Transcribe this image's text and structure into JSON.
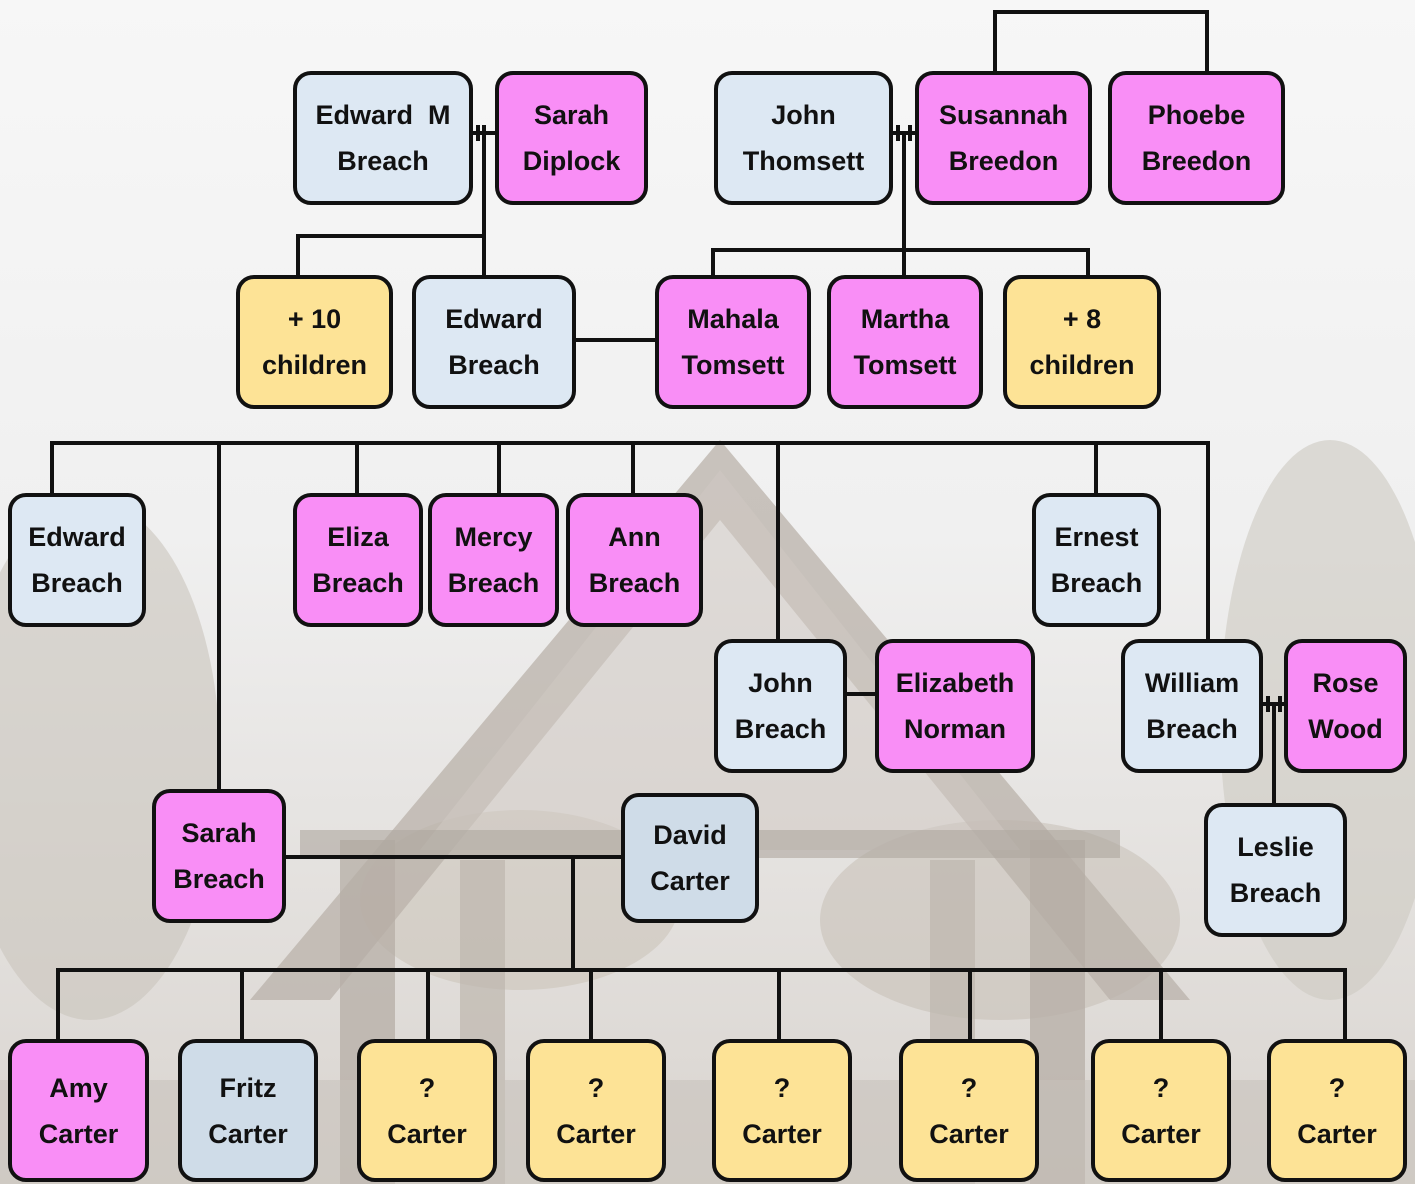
{
  "colors": {
    "male": "#dde8f3",
    "female": "#f98ef6",
    "unknown": "#fde396",
    "line": "#111111"
  },
  "people": {
    "edward_m_breach": {
      "line1": "Edward  M",
      "line2": "Breach"
    },
    "sarah_diplock": {
      "line1": "Sarah",
      "line2": "Diplock"
    },
    "john_thomsett": {
      "line1": "John",
      "line2": "Thomsett"
    },
    "susannah_breedon": {
      "line1": "Susannah",
      "line2": "Breedon"
    },
    "phoebe_breedon": {
      "line1": "Phoebe",
      "line2": "Breedon"
    },
    "ten_children": {
      "line1": "+ 10",
      "line2": "children"
    },
    "edward_breach_father": {
      "line1": "Edward",
      "line2": "Breach"
    },
    "mahala_tomsett": {
      "line1": "Mahala",
      "line2": "Tomsett"
    },
    "martha_tomsett": {
      "line1": "Martha",
      "line2": "Tomsett"
    },
    "eight_children": {
      "line1": "+ 8",
      "line2": "children"
    },
    "edward_breach_son": {
      "line1": "Edward",
      "line2": "Breach"
    },
    "eliza_breach": {
      "line1": "Eliza",
      "line2": "Breach"
    },
    "mercy_breach": {
      "line1": "Mercy",
      "line2": "Breach"
    },
    "ann_breach": {
      "line1": "Ann",
      "line2": "Breach"
    },
    "ernest_breach": {
      "line1": "Ernest",
      "line2": "Breach"
    },
    "john_breach": {
      "line1": "John",
      "line2": "Breach"
    },
    "elizabeth_norman": {
      "line1": "Elizabeth",
      "line2": "Norman"
    },
    "william_breach": {
      "line1": "William",
      "line2": "Breach"
    },
    "rose_wood": {
      "line1": "Rose",
      "line2": "Wood"
    },
    "sarah_breach": {
      "line1": "Sarah",
      "line2": "Breach"
    },
    "david_carter": {
      "line1": "David",
      "line2": "Carter"
    },
    "leslie_breach": {
      "line1": "Leslie",
      "line2": "Breach"
    },
    "amy_carter": {
      "line1": "Amy",
      "line2": "Carter"
    },
    "fritz_carter": {
      "line1": "Fritz",
      "line2": "Carter"
    },
    "carter_1": {
      "line1": "?",
      "line2": "Carter"
    },
    "carter_2": {
      "line1": "?",
      "line2": "Carter"
    },
    "carter_3": {
      "line1": "?",
      "line2": "Carter"
    },
    "carter_4": {
      "line1": "?",
      "line2": "Carter"
    },
    "carter_5": {
      "line1": "?",
      "line2": "Carter"
    },
    "carter_6": {
      "line1": "?",
      "line2": "Carter"
    }
  }
}
